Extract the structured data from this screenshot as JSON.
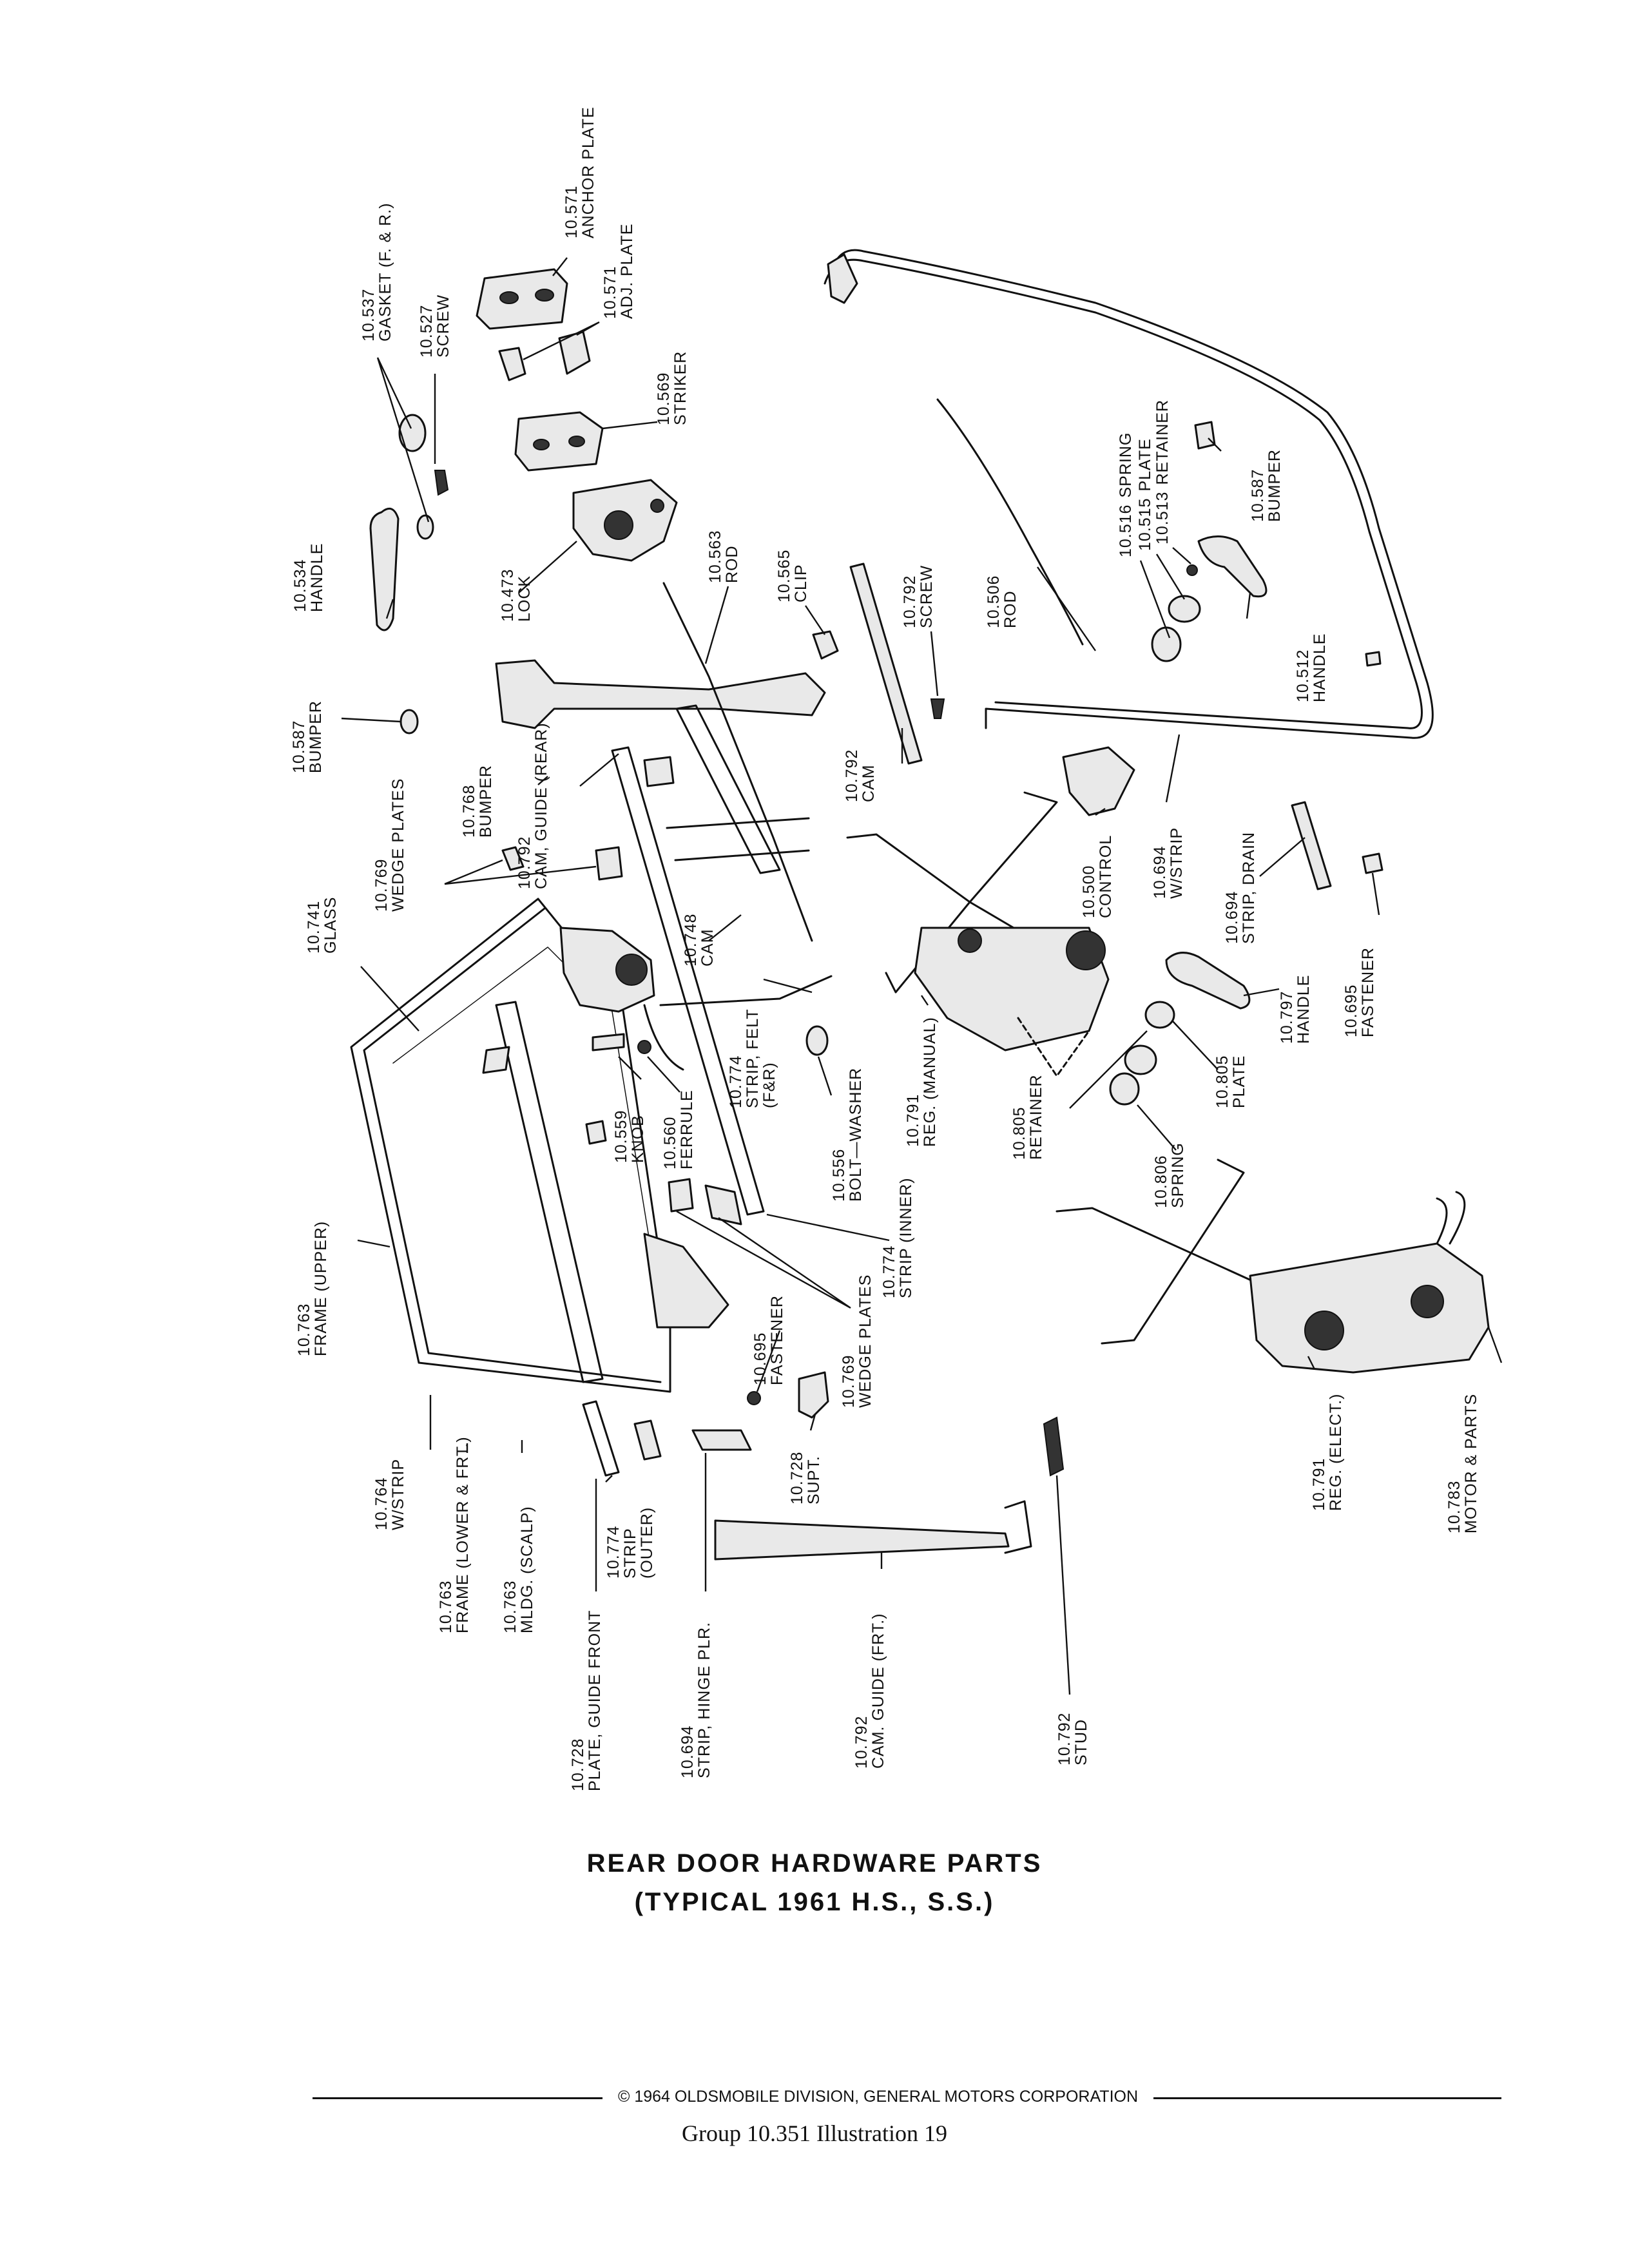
{
  "title_line1": "REAR DOOR HARDWARE PARTS",
  "title_line2": "(TYPICAL 1961 H.S., S.S.)",
  "copyright": "© 1964 OLDSMOBILE DIVISION, GENERAL MOTORS CORPORATION",
  "group_line": "Group 10.351   Illustration 19",
  "callouts": [
    {
      "id": "c1",
      "number": "10.571",
      "name": "ANCHOR PLATE"
    },
    {
      "id": "c2",
      "number": "10.537",
      "name": "GASKET (F. & R.)"
    },
    {
      "id": "c3",
      "number": "10.527",
      "name": "SCREW"
    },
    {
      "id": "c4",
      "number": "10.571",
      "name": "ADJ. PLATE"
    },
    {
      "id": "c5",
      "number": "10.569",
      "name": "STRIKER"
    },
    {
      "id": "c6",
      "number": "10.534",
      "name": "HANDLE"
    },
    {
      "id": "c7",
      "number": "10.473",
      "name": "LOCK"
    },
    {
      "id": "c8",
      "number": "10.563",
      "name": "ROD"
    },
    {
      "id": "c9",
      "number": "10.565",
      "name": "CLIP"
    },
    {
      "id": "c10",
      "number": "10.516",
      "name": "SPRING"
    },
    {
      "id": "c11",
      "number": "10.515",
      "name": "PLATE"
    },
    {
      "id": "c12",
      "number": "10.513",
      "name": "RETAINER"
    },
    {
      "id": "c13",
      "number": "10.587",
      "name": "BUMPER"
    },
    {
      "id": "c14",
      "number": "10.506",
      "name": "ROD"
    },
    {
      "id": "c15",
      "number": "10.792",
      "name": "SCREW"
    },
    {
      "id": "c16",
      "number": "10.512",
      "name": "HANDLE"
    },
    {
      "id": "c17",
      "number": "10.587",
      "name": "BUMPER"
    },
    {
      "id": "c18",
      "number": "10.768",
      "name": "BUMPER"
    },
    {
      "id": "c19",
      "number": "10.792",
      "name": "CAM, GUIDE (REAR)"
    },
    {
      "id": "c20",
      "number": "10.792",
      "name": "CAM"
    },
    {
      "id": "c21",
      "number": "10.500",
      "name": "CONTROL"
    },
    {
      "id": "c22",
      "number": "10.694",
      "name": "W/STRIP"
    },
    {
      "id": "c23",
      "number": "10.694",
      "name": "STRIP, DRAIN"
    },
    {
      "id": "c24",
      "number": "10.769",
      "name": "WEDGE PLATES"
    },
    {
      "id": "c25",
      "number": "10.741",
      "name": "GLASS"
    },
    {
      "id": "c26",
      "number": "10.748",
      "name": "CAM"
    },
    {
      "id": "c27",
      "number": "10.695",
      "name": "FASTENER"
    },
    {
      "id": "c28",
      "number": "10.797",
      "name": "HANDLE"
    },
    {
      "id": "c29",
      "number": "10.774",
      "name": "STRIP, FELT (F&R)"
    },
    {
      "id": "c30",
      "number": "10.791",
      "name": "REG. (MANUAL)"
    },
    {
      "id": "c31",
      "number": "10.805",
      "name": "PLATE"
    },
    {
      "id": "c32",
      "number": "10.805",
      "name": "RETAINER"
    },
    {
      "id": "c33",
      "number": "10.559",
      "name": "KNOB"
    },
    {
      "id": "c34",
      "number": "10.560",
      "name": "FERRULE"
    },
    {
      "id": "c35",
      "number": "10.556",
      "name": "BOLT—WASHER"
    },
    {
      "id": "c36",
      "number": "10.806",
      "name": "SPRING"
    },
    {
      "id": "c37",
      "number": "10.763",
      "name": "FRAME (UPPER)"
    },
    {
      "id": "c38",
      "number": "10.774",
      "name": "STRIP (INNER)"
    },
    {
      "id": "c39",
      "number": "10.695",
      "name": "FASTENER"
    },
    {
      "id": "c40",
      "number": "10.769",
      "name": "WEDGE PLATES"
    },
    {
      "id": "c41",
      "number": "10.764",
      "name": "W/STRIP"
    },
    {
      "id": "c42",
      "number": "10.728",
      "name": "SUPT."
    },
    {
      "id": "c43",
      "number": "10.791",
      "name": "REG. (ELECT.)"
    },
    {
      "id": "c44",
      "number": "10.783",
      "name": "MOTOR & PARTS"
    },
    {
      "id": "c45",
      "number": "10.774",
      "name": "STRIP (OUTER)"
    },
    {
      "id": "c46",
      "number": "10.763",
      "name": "FRAME (LOWER & FRT.)"
    },
    {
      "id": "c47",
      "number": "10.763",
      "name": "MLDG. (SCALP)"
    },
    {
      "id": "c48",
      "number": "10.728",
      "name": "PLATE, GUIDE FRONT"
    },
    {
      "id": "c49",
      "number": "10.694",
      "name": "STRIP, HINGE PLR."
    },
    {
      "id": "c50",
      "number": "10.792",
      "name": "CAM. GUIDE (FRT.)"
    },
    {
      "id": "c51",
      "number": "10.792",
      "name": "STUD"
    }
  ]
}
